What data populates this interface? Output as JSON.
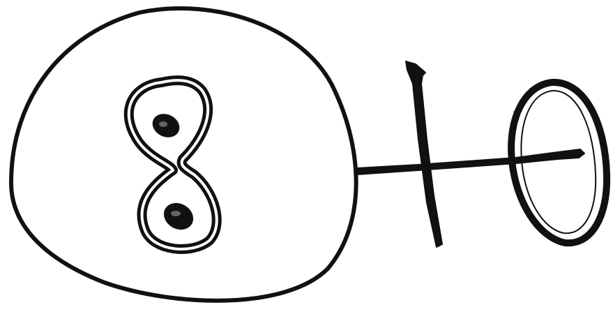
{
  "drawing": {
    "ink_color": "#111111",
    "paper_color": "#ffffff",
    "elements": [
      "large-oval",
      "figure-eight-glyph",
      "horizontal-bar",
      "vertical-stroke",
      "small-ring"
    ]
  }
}
